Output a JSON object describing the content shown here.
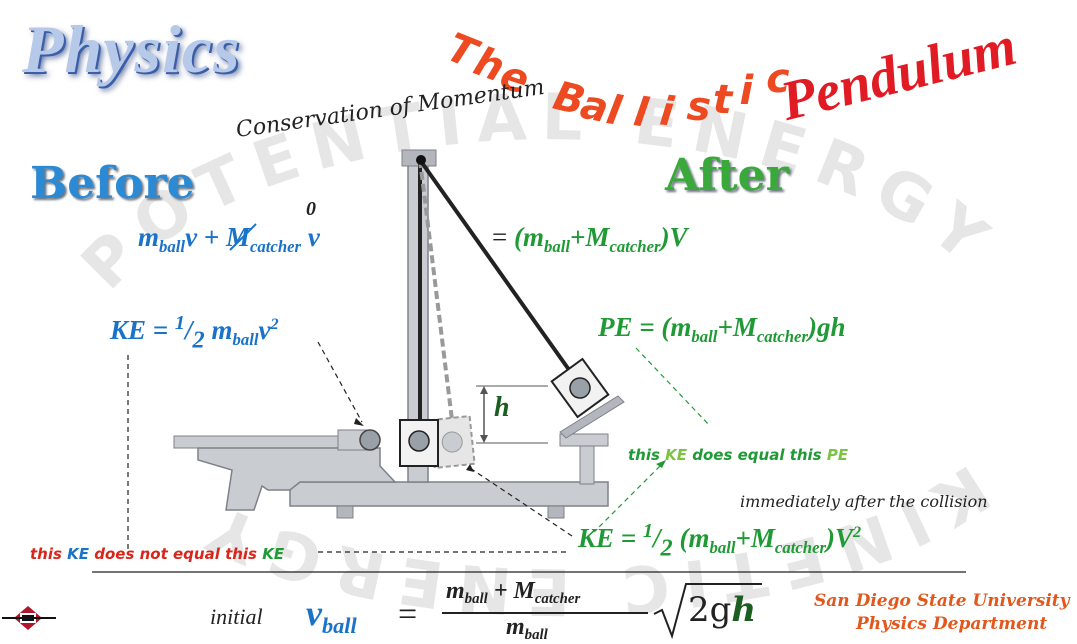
{
  "title": {
    "physics": "Physics",
    "the_ballistic_chars": [
      "T",
      "h",
      "e",
      " ",
      "B",
      "a",
      "l",
      "l",
      "i",
      "s",
      "t",
      "i",
      "c"
    ],
    "pendulum": "Pendulum",
    "subtitle": "Conservation of Momentum"
  },
  "watermark": {
    "top": "POTENTIAL ENERGY",
    "bottom": "KINETIC ENERGY"
  },
  "labels": {
    "before": "Before",
    "after": "After",
    "h": "h"
  },
  "equations": {
    "momentum_left": {
      "m": "m",
      "ball": "ball",
      "v": "v",
      "plus": " + ",
      "M": "M",
      "catcher": "catcher",
      "v2": " v",
      "zero": "0"
    },
    "momentum_right": {
      "eq": "= ",
      "open": "(m",
      "ball": "ball",
      "plus": "+M",
      "catcher": "catcher",
      "close": ")V"
    },
    "ke_before": {
      "ke": "KE = ",
      "half_num": "1",
      "half_sep": "/",
      "half_den": "2",
      "m": " m",
      "ball": "ball",
      "v2": "v",
      "sq": "2"
    },
    "pe_after": {
      "pe": "PE = (m",
      "ball": "ball",
      "plus": "+M",
      "catcher": "catcher",
      "close": ")gh"
    },
    "ke_after": {
      "ke": "KE = ",
      "half_num": "1",
      "half_sep": "/",
      "half_den": "2",
      "open": " (m",
      "ball": "ball",
      "plus": "+M",
      "catcher": "catcher",
      "close": ")V",
      "sq": "2"
    },
    "final": {
      "initial": "initial",
      "v": "v",
      "ball": "ball",
      "eq": "=",
      "num_m": "m",
      "num_ball": "ball",
      "num_plus": " + M",
      "num_catcher": "catcher",
      "den_m": "m",
      "den_ball": "ball",
      "sqrt": "2g",
      "h": "h"
    }
  },
  "notes": {
    "this_ke_equal": {
      "p1": "this ",
      "ke": "KE",
      "p2": " does equal this ",
      "pe": "PE"
    },
    "immediately": "immediately after the collision",
    "not_equal": {
      "p1": "this ",
      "ke1": "KE",
      "p2": " does not equal this ",
      "ke2": "KE"
    }
  },
  "footer": {
    "university": "San Diego State University",
    "department": "Physics Department"
  },
  "colors": {
    "blue": "#1a73c9",
    "green": "#1f9a35",
    "red": "#d9261c",
    "orange": "#ee4a22"
  }
}
